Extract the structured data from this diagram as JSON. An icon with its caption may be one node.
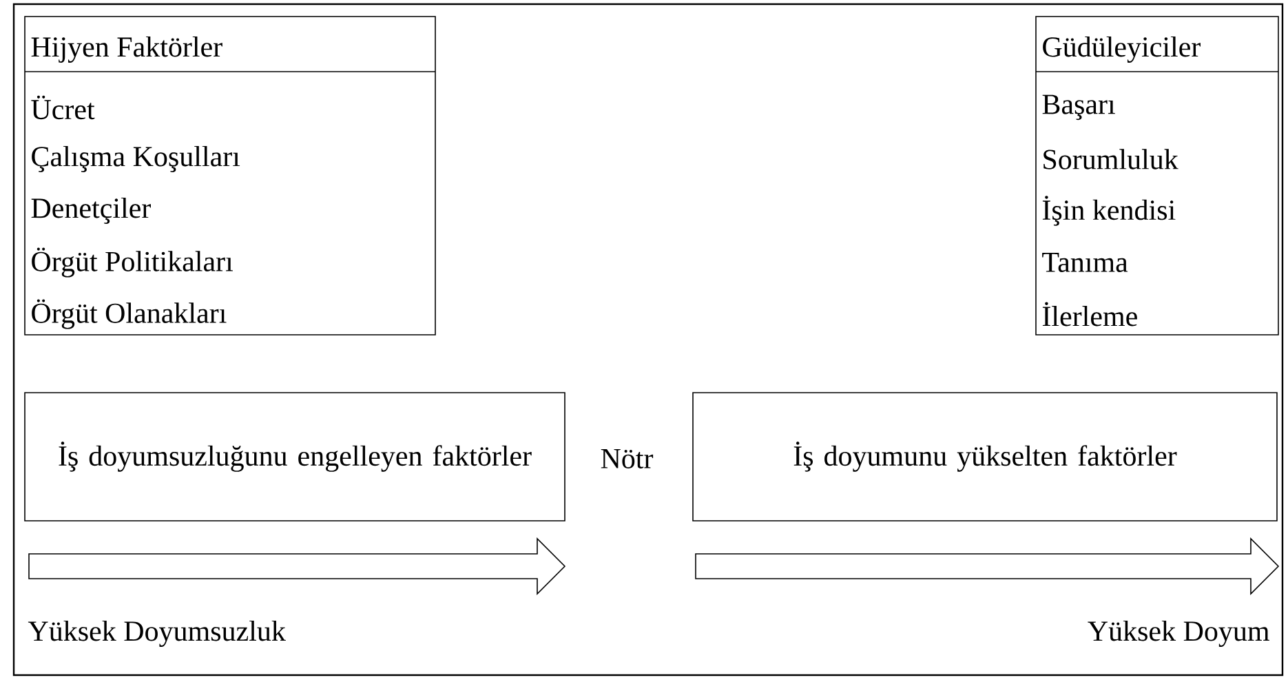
{
  "diagram": {
    "nodes": [
      {
        "text": [
          "Hijyen Faktörler",
          "Ücret",
          "Çalışma Koşulları",
          "Denetçiler",
          "Örgüt Politikaları",
          "Örgüt Olanakları"
        ]
      },
      {
        "text": [
          "Güdüleyiciler",
          "Başarı",
          "Sorumluluk",
          "İşin kendisi",
          "Tanıma",
          "İlerleme"
        ]
      },
      {
        "text": [
          "İş doyumsuzluğunu engelleyen faktörler"
        ]
      },
      {
        "text": [
          "İş doyumunu yükselten faktörler"
        ]
      }
    ],
    "edges": [],
    "labels": [
      "Nötr",
      "Yüksek Doyumsuzluk",
      "Yüksek Doyum"
    ]
  }
}
